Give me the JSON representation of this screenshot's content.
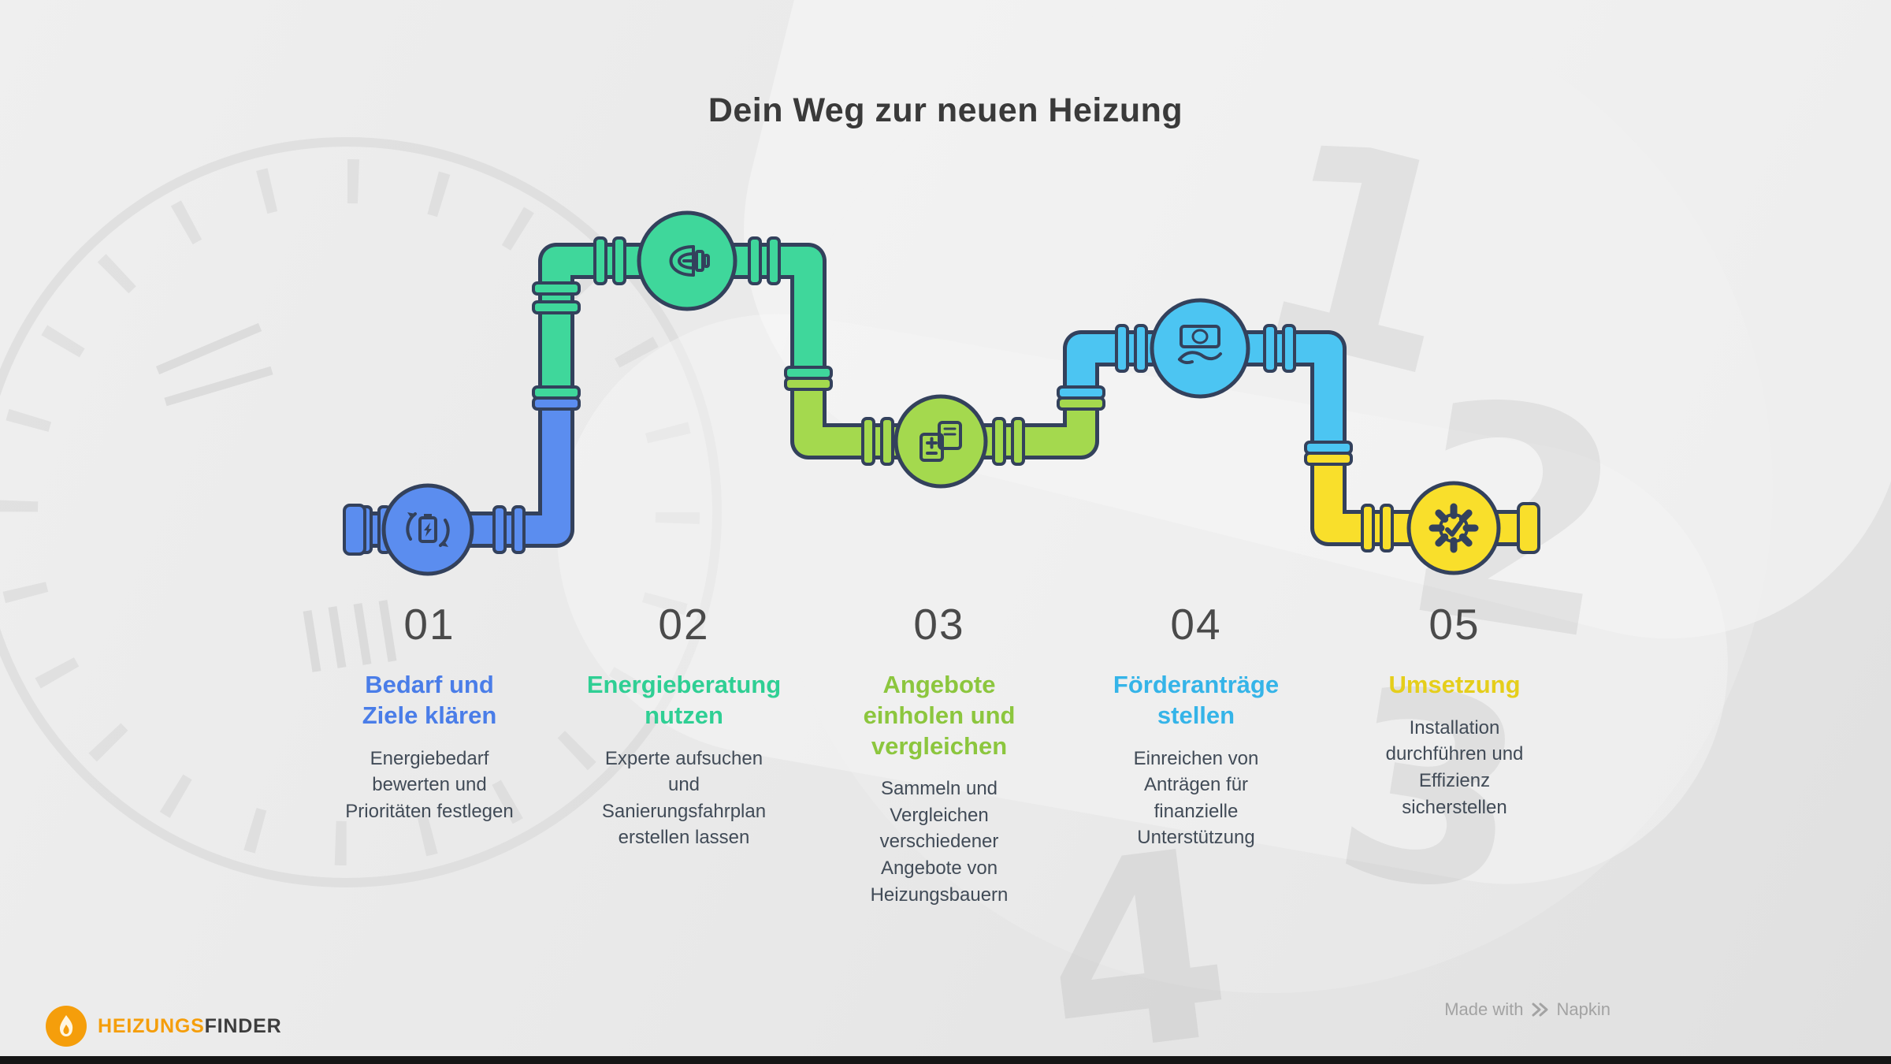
{
  "title": "Dein Weg zur neuen Heizung",
  "steps": [
    {
      "num": "01",
      "title": "Bedarf und Ziele klären",
      "desc": "Energiebedarf bewerten und Prioritäten festlegen",
      "color": "#5b8def",
      "text_color": "#4a7de8",
      "icon": "battery-refresh-icon"
    },
    {
      "num": "02",
      "title": "Energieberatung nutzen",
      "desc": "Experte aufsuchen und Sanierungsfahrplan erstellen lassen",
      "color": "#3fd79b",
      "text_color": "#2fcf94",
      "icon": "energy-bulb-icon"
    },
    {
      "num": "03",
      "title": "Angebote einholen und vergleichen",
      "desc": "Sammeln und Vergleichen verschiedener Angebote von Heizungsbauern",
      "color": "#a4d94e",
      "text_color": "#8cc63e",
      "icon": "compare-documents-icon"
    },
    {
      "num": "04",
      "title": "Förderanträge stellen",
      "desc": "Einreichen von Anträgen für finanzielle Unterstützung",
      "color": "#4cc5f2",
      "text_color": "#35b4e8",
      "icon": "money-hand-icon"
    },
    {
      "num": "05",
      "title": "Umsetzung",
      "desc": "Installation durchführen und Effizienz sicherstellen",
      "color": "#f9df2b",
      "text_color": "#e5ce1b",
      "icon": "gear-check-icon"
    }
  ],
  "background": {
    "numerals": [
      "1",
      "2",
      "3",
      "4"
    ]
  },
  "footer": {
    "brand_part1": "HEIZUNGS",
    "brand_part2": "FINDER",
    "credit_prefix": "Made with",
    "credit_brand": "Napkin"
  },
  "colors": {
    "outline": "#33415c",
    "number": "#4a4a4a",
    "desc": "#414b57",
    "title": "#3a3a3a",
    "brand_orange": "#f59e0b",
    "brand_dark": "#3d3d3d",
    "credit_gray": "#a3a3a3"
  }
}
